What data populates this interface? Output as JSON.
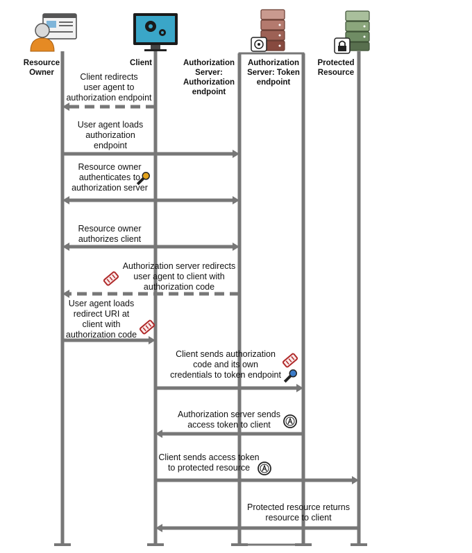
{
  "actors": [
    {
      "id": "resource-owner",
      "label": "Resource\nOwner"
    },
    {
      "id": "client",
      "label": "Client"
    },
    {
      "id": "authz-endpoint",
      "label": "Authorization\nServer:\nAuthorization\nendpoint"
    },
    {
      "id": "token-endpoint",
      "label": "Authorization\nServer: Token\nendpoint"
    },
    {
      "id": "protected-resource",
      "label": "Protected\nResource"
    }
  ],
  "steps": [
    {
      "text": "Client redirects\nuser agent to\nauthorization endpoint",
      "from": "client",
      "to": "resource-owner",
      "style": "dashed",
      "icon": ""
    },
    {
      "text": "User agent loads\nauthorization\nendpoint",
      "from": "resource-owner",
      "to": "authz-endpoint",
      "style": "solid",
      "icon": ""
    },
    {
      "text": "Resource owner\nauthenticates to\nauthorization server",
      "from": "resource-owner",
      "to": "authz-endpoint",
      "style": "both",
      "icon": "key-icon"
    },
    {
      "text": "Resource owner\nauthorizes client",
      "from": "resource-owner",
      "to": "authz-endpoint",
      "style": "both",
      "icon": ""
    },
    {
      "text": "Authorization server redirects\nuser agent to client with\nauthorization code",
      "from": "authz-endpoint",
      "to": "resource-owner",
      "style": "dashed",
      "icon": "authorization-code-icon"
    },
    {
      "text": "User agent loads\nredirect URI at\nclient with\nauthorization code",
      "from": "resource-owner",
      "to": "client",
      "style": "solid",
      "icon": "authorization-code-icon"
    },
    {
      "text": "Client sends authorization\ncode and its own\ncredentials to token endpoint",
      "from": "client",
      "to": "token-endpoint",
      "style": "solid",
      "icon": "authorization-code-icon"
    },
    {
      "text": "Authorization server sends\naccess token to client",
      "from": "token-endpoint",
      "to": "client",
      "style": "solid",
      "icon": "access-token-icon"
    },
    {
      "text": "Client sends access token\nto protected resource",
      "from": "client",
      "to": "protected-resource",
      "style": "solid",
      "icon": "access-token-icon"
    },
    {
      "text": "Protected resource returns\nresource to client",
      "from": "protected-resource",
      "to": "client",
      "style": "solid",
      "icon": ""
    }
  ],
  "colors": {
    "line": "#777777",
    "code_icon": "#b02a2a",
    "server_top": "#b47a6e",
    "resource_server": "#6f8c64",
    "token_badge": "#ffffff"
  }
}
